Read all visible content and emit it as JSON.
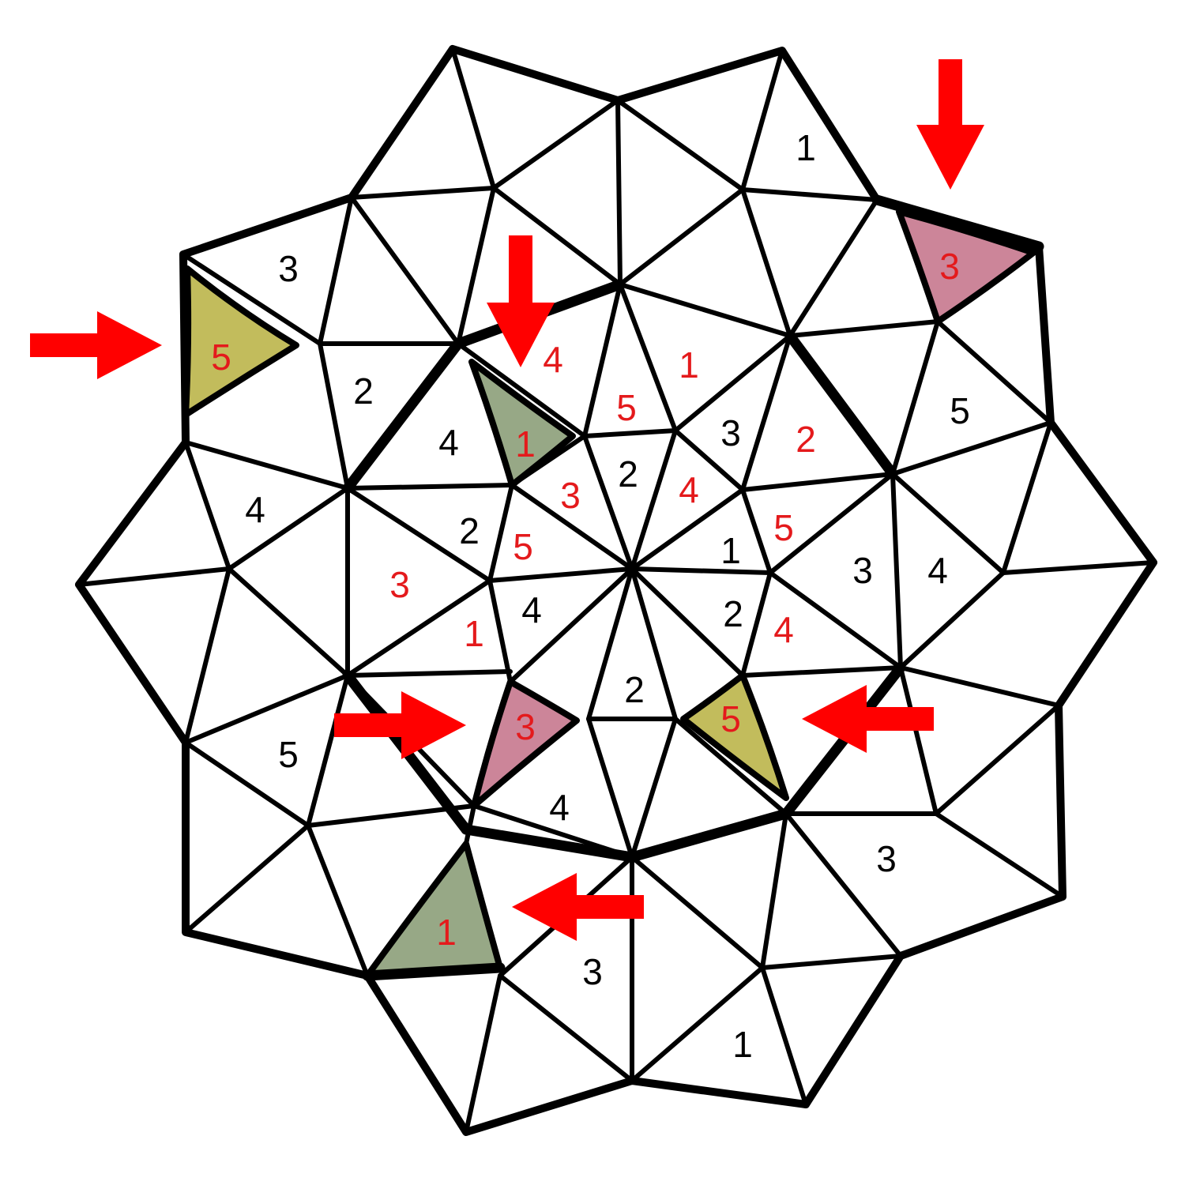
{
  "puzzle": {
    "colors": {
      "line": "#000000",
      "given_number": "#000000",
      "solved_number": "#e41a1c",
      "arrow": "#ff0000",
      "fill_olive": "#c2bc5c",
      "fill_sage": "#97a886",
      "fill_pink": "#cc8599"
    },
    "cells": [
      {
        "id": "c01",
        "value": "1",
        "color": "black"
      },
      {
        "id": "c02",
        "value": "3",
        "color": "red",
        "fill": "fill_pink"
      },
      {
        "id": "c03",
        "value": "3",
        "color": "black"
      },
      {
        "id": "c04",
        "value": "5",
        "color": "red",
        "fill": "fill_olive"
      },
      {
        "id": "c05",
        "value": "4",
        "color": "red"
      },
      {
        "id": "c06",
        "value": "1",
        "color": "red"
      },
      {
        "id": "c07",
        "value": "2",
        "color": "black"
      },
      {
        "id": "c08",
        "value": "5",
        "color": "red"
      },
      {
        "id": "c09",
        "value": "5",
        "color": "black"
      },
      {
        "id": "c10",
        "value": "4",
        "color": "black"
      },
      {
        "id": "c11",
        "value": "1",
        "color": "red",
        "fill": "fill_sage"
      },
      {
        "id": "c12",
        "value": "3",
        "color": "black"
      },
      {
        "id": "c13",
        "value": "2",
        "color": "red"
      },
      {
        "id": "c14",
        "value": "2",
        "color": "black"
      },
      {
        "id": "c15",
        "value": "3",
        "color": "red"
      },
      {
        "id": "c16",
        "value": "4",
        "color": "red"
      },
      {
        "id": "c17",
        "value": "4",
        "color": "black"
      },
      {
        "id": "c18",
        "value": "2",
        "color": "black"
      },
      {
        "id": "c19",
        "value": "5",
        "color": "red"
      },
      {
        "id": "c20",
        "value": "5",
        "color": "red"
      },
      {
        "id": "c21",
        "value": "1",
        "color": "black"
      },
      {
        "id": "c22",
        "value": "3",
        "color": "black"
      },
      {
        "id": "c23",
        "value": "4",
        "color": "black"
      },
      {
        "id": "c24",
        "value": "3",
        "color": "red"
      },
      {
        "id": "c25",
        "value": "4",
        "color": "black"
      },
      {
        "id": "c26",
        "value": "2",
        "color": "black"
      },
      {
        "id": "c27",
        "value": "4",
        "color": "red"
      },
      {
        "id": "c28",
        "value": "1",
        "color": "red"
      },
      {
        "id": "c29",
        "value": "2",
        "color": "black"
      },
      {
        "id": "c30",
        "value": "5",
        "color": "black"
      },
      {
        "id": "c31",
        "value": "3",
        "color": "red",
        "fill": "fill_pink"
      },
      {
        "id": "c32",
        "value": "5",
        "color": "red",
        "fill": "fill_olive"
      },
      {
        "id": "c33",
        "value": "4",
        "color": "black"
      },
      {
        "id": "c34",
        "value": "3",
        "color": "black"
      },
      {
        "id": "c35",
        "value": "1",
        "color": "red",
        "fill": "fill_sage"
      },
      {
        "id": "c36",
        "value": "3",
        "color": "black"
      },
      {
        "id": "c37",
        "value": "1",
        "color": "black"
      }
    ],
    "arrows": [
      {
        "id": "arrow-top-right",
        "direction": "down"
      },
      {
        "id": "arrow-left",
        "direction": "right"
      },
      {
        "id": "arrow-top-center",
        "direction": "down"
      },
      {
        "id": "arrow-bottom-left",
        "direction": "right"
      },
      {
        "id": "arrow-right",
        "direction": "left"
      },
      {
        "id": "arrow-bottom-center",
        "direction": "left"
      }
    ]
  }
}
